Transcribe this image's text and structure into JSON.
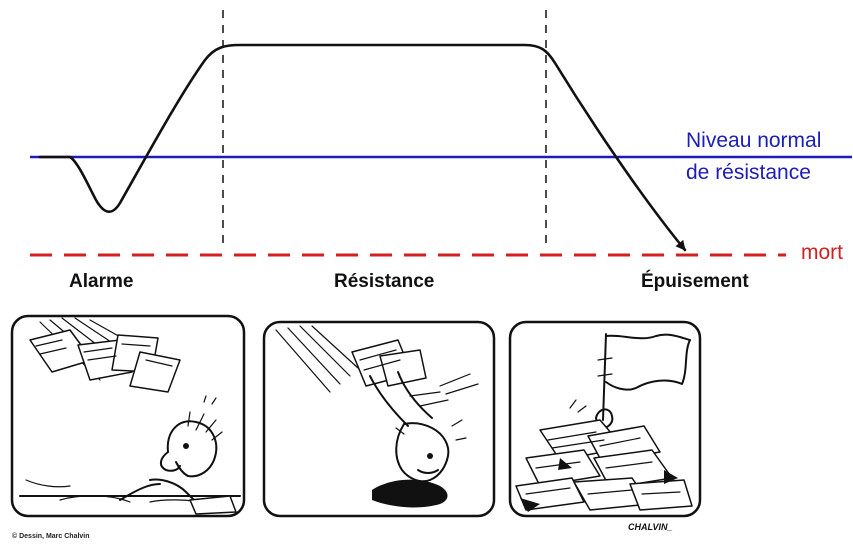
{
  "levels": {
    "normal_label_line1": "Niveau normal",
    "normal_label_line2": "de résistance",
    "death_label": "mort"
  },
  "phases": [
    "Alarme",
    "Résistance",
    "Épuisement"
  ],
  "credits": {
    "copyright": "© Dessin, Marc Chalvin",
    "signature": "CHALVIN_"
  },
  "colors": {
    "curve": "#111111",
    "normal_level": "#1c1cb8",
    "death_level": "#d42020",
    "phase_divider": "#111111"
  }
}
